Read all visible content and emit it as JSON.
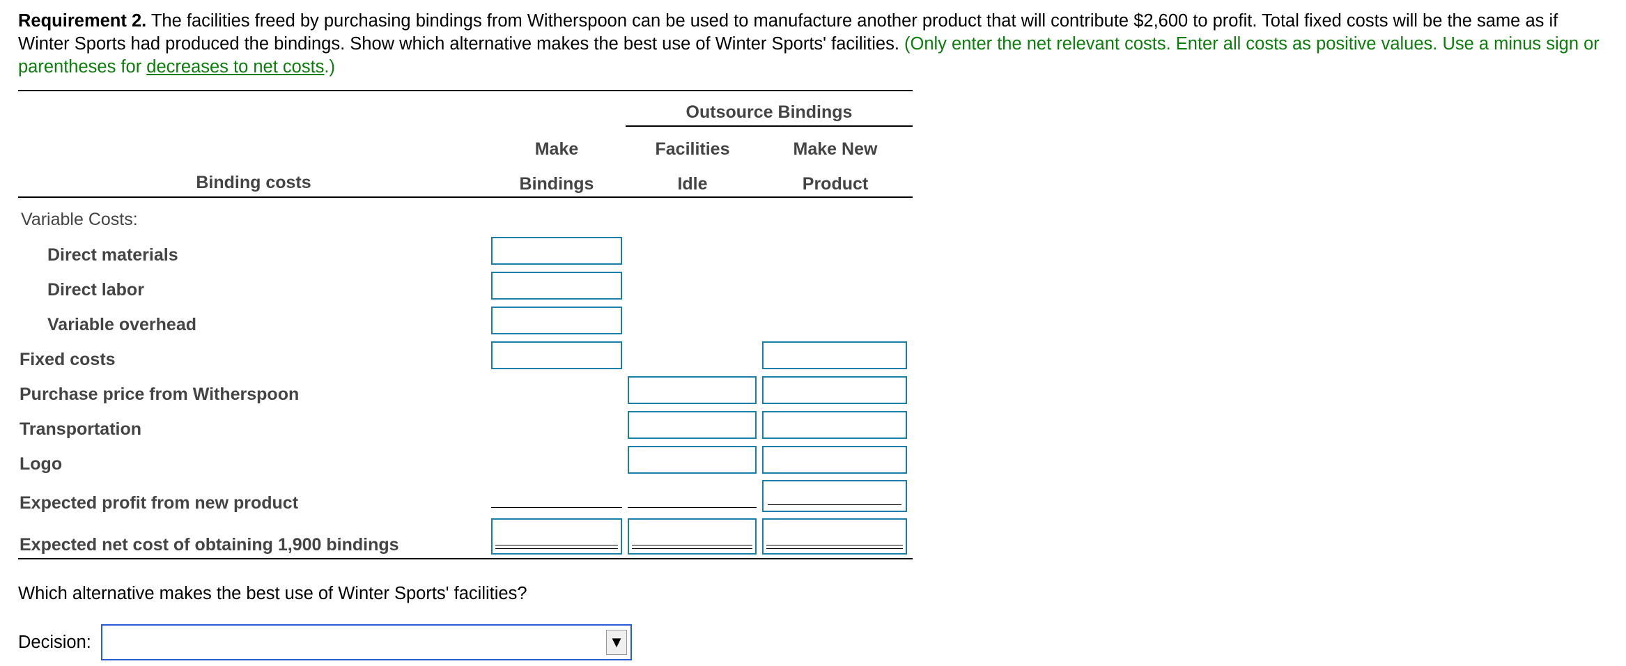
{
  "requirement": {
    "heading": "Requirement 2.",
    "text": " The facilities freed by purchasing bindings from Witherspoon can be used to manufacture another product that will contribute $2,600 to profit. Total fixed costs will be the same as if Winter Sports had produced the bindings. Show which alternative makes the best use of Winter Sports' facilities. ",
    "instruction_pre": "(Only enter the net relevant costs. Enter all costs as positive values. Use a minus sign or parentheses for ",
    "instruction_link": "decreases to net costs",
    "instruction_post": ".)"
  },
  "table": {
    "group_header": "Outsource Bindings",
    "col_make_line1": "Make",
    "col_make_line2": "Bindings",
    "col_idle_line1": "Facilities",
    "col_idle_line2": "Idle",
    "col_new_line1": "Make New",
    "col_new_line2": "Product",
    "row_header": "Binding costs",
    "rows": {
      "variable_costs": "Variable Costs:",
      "direct_materials": "Direct materials",
      "direct_labor": "Direct labor",
      "variable_overhead": "Variable overhead",
      "fixed_costs": "Fixed costs",
      "purchase_price": "Purchase price from Witherspoon",
      "transportation": "Transportation",
      "logo": "Logo",
      "expected_profit": "Expected profit from new product",
      "expected_net_cost": "Expected net cost of obtaining 1,900 bindings"
    }
  },
  "question": "Which alternative makes the best use of Winter Sports' facilities?",
  "decision": {
    "label": "Decision:",
    "selected": ""
  },
  "colors": {
    "input_border": "#1a7fa8",
    "select_border": "#2a5bd7",
    "instruction_green": "#0a7d0a"
  }
}
